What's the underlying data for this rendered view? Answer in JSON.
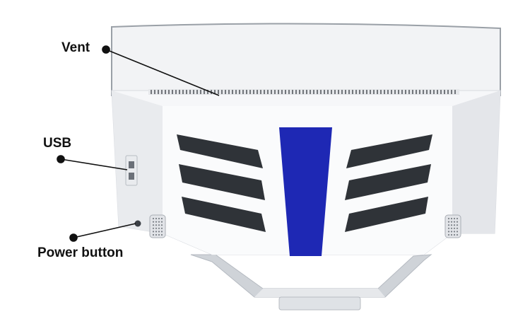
{
  "callouts": {
    "vent": "Vent",
    "usb": "USB",
    "power": "Power button"
  },
  "colors": {
    "housing": "#f4f5f7",
    "housing_shadow": "#dfe2e6",
    "accent_stripe": "#1e28b4",
    "vent_slot": "#2f3338",
    "stand": "#c8ccd2",
    "leader_line": "#111111"
  }
}
